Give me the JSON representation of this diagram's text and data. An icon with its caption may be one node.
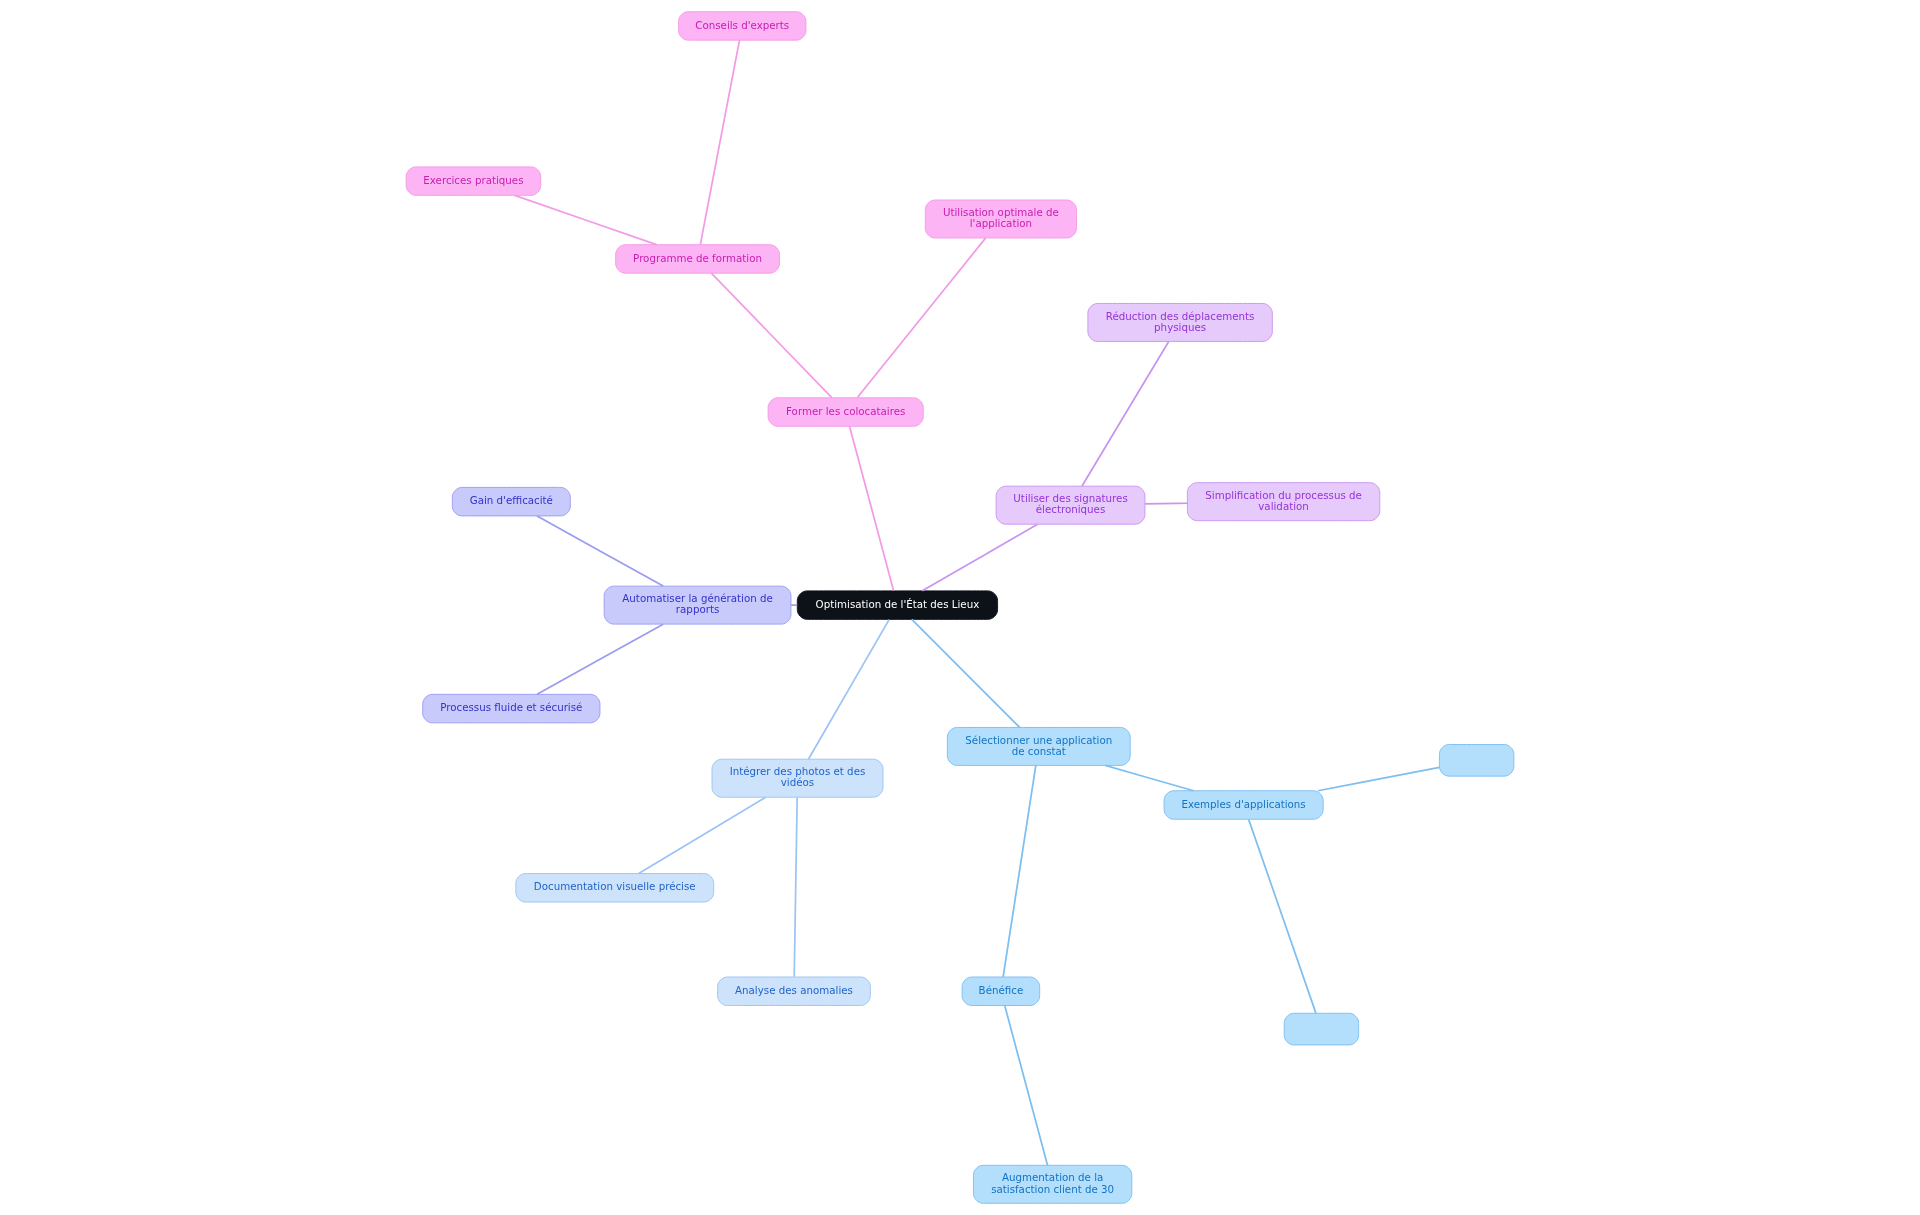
{
  "diagram": {
    "nodes": [
      {
        "text": [
          "Optimisation de l'État des Lieux"
        ]
      },
      {
        "text": [
          "Former les colocataires"
        ]
      },
      {
        "text": [
          "Programme de formation"
        ]
      },
      {
        "text": [
          "Exercices pratiques"
        ]
      },
      {
        "text": [
          "Conseils d'experts"
        ]
      },
      {
        "text": [
          "Utilisation optimale de l'application"
        ]
      },
      {
        "text": [
          "Utiliser des signatures électroniques"
        ]
      },
      {
        "text": [
          "Réduction des déplacements physiques"
        ]
      },
      {
        "text": [
          "Simplification du processus de validation"
        ]
      },
      {
        "text": [
          "Sélectionner une application de constat"
        ]
      },
      {
        "text": [
          "Exemples d'applications"
        ]
      },
      {
        "text": [],
        "shape": "box"
      },
      {
        "text": [],
        "shape": "box"
      },
      {
        "text": [
          "Bénéfice"
        ]
      },
      {
        "text": [
          "Augmentation de la satisfaction client de 30"
        ]
      },
      {
        "text": [
          "Intégrer des photos et des vidéos"
        ]
      },
      {
        "text": [
          "Documentation visuelle précise"
        ]
      },
      {
        "text": [
          "Analyse des anomalies"
        ]
      },
      {
        "text": [
          "Automatiser la génération de rapports"
        ]
      },
      {
        "text": [
          "Gain d'efficacité"
        ]
      },
      {
        "text": [
          "Processus fluide et sécurisé"
        ]
      }
    ],
    "edges": [
      {
        "from": 0,
        "to": 1,
        "arrow": "none",
        "color": "#f39ae6"
      },
      {
        "from": 1,
        "to": 2,
        "arrow": "none",
        "color": "#f39ae6"
      },
      {
        "from": 2,
        "to": 3,
        "arrow": "none",
        "color": "#f39ae6"
      },
      {
        "from": 2,
        "to": 4,
        "arrow": "none",
        "color": "#f39ae6"
      },
      {
        "from": 1,
        "to": 5,
        "arrow": "none",
        "color": "#f39ae6"
      },
      {
        "from": 0,
        "to": 6,
        "arrow": "none",
        "color": "#c896f0"
      },
      {
        "from": 6,
        "to": 7,
        "arrow": "none",
        "color": "#c896f0"
      },
      {
        "from": 6,
        "to": 8,
        "arrow": "none",
        "color": "#c896f0"
      },
      {
        "from": 0,
        "to": 9,
        "arrow": "none",
        "color": "#7cbff0"
      },
      {
        "from": 9,
        "to": 10,
        "arrow": "none",
        "color": "#7cbff0"
      },
      {
        "from": 10,
        "to": 11,
        "arrow": "none",
        "color": "#7cbff0"
      },
      {
        "from": 10,
        "to": 12,
        "arrow": "none",
        "color": "#7cbff0"
      },
      {
        "from": 9,
        "to": 13,
        "arrow": "none",
        "color": "#7cbff0"
      },
      {
        "from": 13,
        "to": 14,
        "arrow": "none",
        "color": "#7cbff0"
      },
      {
        "from": 0,
        "to": 15,
        "arrow": "none",
        "color": "#9cc4f2"
      },
      {
        "from": 15,
        "to": 16,
        "arrow": "none",
        "color": "#9cc4f2"
      },
      {
        "from": 15,
        "to": 17,
        "arrow": "none",
        "color": "#9cc4f2"
      },
      {
        "from": 0,
        "to": 18,
        "arrow": "none",
        "color": "#9a9cf2"
      },
      {
        "from": 18,
        "to": 19,
        "arrow": "none",
        "color": "#9a9cf2"
      },
      {
        "from": 18,
        "to": 20,
        "arrow": "none",
        "color": "#9a9cf2"
      }
    ]
  }
}
